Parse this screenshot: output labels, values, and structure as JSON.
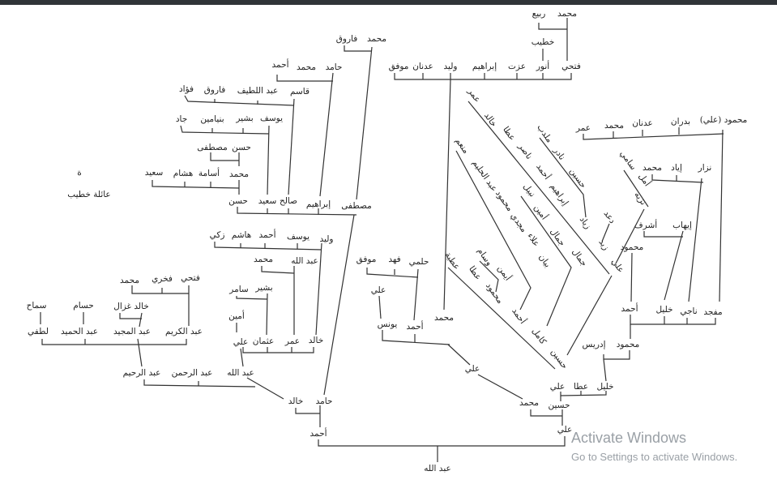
{
  "title": "عائلة خطيب",
  "marker": "ة",
  "names": [
    "محمد",
    "ربيع",
    "خطيب",
    "فتحي",
    "أنور",
    "عزت",
    "إبراهيم",
    "وليد",
    "عدنان",
    "موفق",
    "محمد",
    "فاروق",
    "حامد",
    "محمد",
    "أحمد",
    "قاسم",
    "عبد اللطيف",
    "فاروق",
    "فؤاد",
    "يوسف",
    "بشير",
    "بنيامين",
    "جاد",
    "حسن",
    "مصطفى",
    "محمد",
    "أسامة",
    "هشام",
    "سعيد",
    "حسن",
    "سعيد",
    "صالح",
    "إبراهيم",
    "مصطفى",
    "وليد",
    "يوسف",
    "أحمد",
    "هاشم",
    "زكي",
    "عبد الله",
    "محمد",
    "بشير",
    "سامر",
    "أمين",
    "خالد",
    "عمر",
    "عثمان",
    "علي",
    "فتحي",
    "فخري",
    "محمد",
    "خالد غزال",
    "حسام",
    "سماح",
    "عبد الكريم",
    "عبد المجيد",
    "عبد الحميد",
    "لطفي",
    "عبد الله",
    "عبد الرحمن",
    "عبد الرحيم",
    "حامد",
    "خالد",
    "أحمد",
    "عبد الله",
    "موفق",
    "فهد",
    "حلمي",
    "علي",
    "يونس",
    "أحمد",
    "محمد",
    "علي",
    "محمد",
    "حسين",
    "علي",
    "علي",
    "عطا",
    "خليل",
    "محمود",
    "إدريس",
    "أحمد",
    "خليل",
    "ناجي",
    "مفجد",
    "محمود",
    "أشرف",
    "إيهاب",
    "نزار",
    "إياد",
    "محمد",
    "محمود (علي)",
    "بدران",
    "عدنان",
    "محمد",
    "عمر",
    "عمر",
    "خالد",
    "عطا",
    "ناصر",
    "أحمد",
    "إبراهيم",
    "زياد",
    "زيد",
    "علي",
    "ملدب",
    "نادر",
    "حسين",
    "سامي",
    "أمل",
    "نزيه",
    "دعد",
    "منعم",
    "عبد الحليم",
    "محمود",
    "مجدي",
    "علاء",
    "بيان",
    "أحمد",
    "نبيل",
    "أمين",
    "جمال",
    "جمال",
    "كامل",
    "عطية",
    "عطا",
    "محمود",
    "وسام",
    "أيمن",
    "حسين"
  ],
  "watermark": {
    "line1": "Activate Windows",
    "line2": "Go to Settings to activate Windows."
  }
}
